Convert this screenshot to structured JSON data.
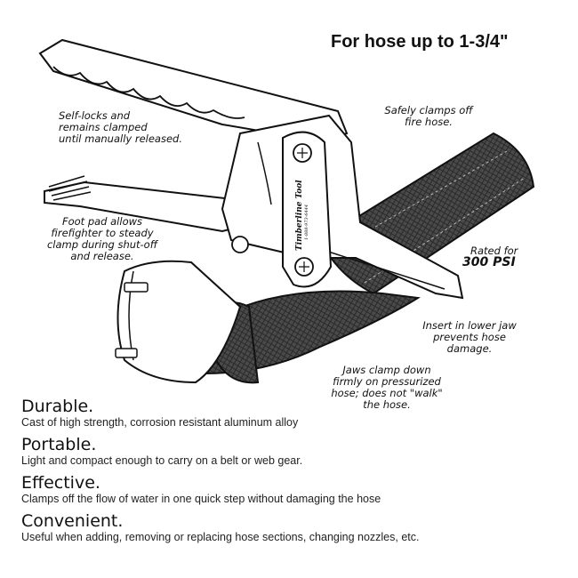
{
  "title": "For hose up to 1-3/4\"",
  "brand": {
    "logo_text": "Timberline Tool",
    "logo_sub": "1-888-973-6444"
  },
  "callouts": {
    "self_locks": [
      "Self-locks and",
      "remains clamped",
      "until manually released."
    ],
    "safely_clamps": [
      "Safely clamps off",
      "fire hose."
    ],
    "foot_pad": [
      "Foot pad allows",
      "firefighter to steady",
      "clamp during shut-off",
      "and release."
    ],
    "rated_for": "Rated for",
    "rated_value": "300 PSI",
    "insert": [
      "Insert in lower jaw",
      "prevents hose",
      "damage."
    ],
    "jaws": [
      "Jaws clamp down",
      "firmly on pressurized",
      "hose; does not \"walk\"",
      "the hose."
    ]
  },
  "features": [
    {
      "heading": "Durable.",
      "text": "Cast of high strength, corrosion resistant aluminum alloy"
    },
    {
      "heading": "Portable.",
      "text": "Light and compact enough to carry on a belt or web gear."
    },
    {
      "heading": "Effective.",
      "text": "Clamps off the flow of water in one quick step without damaging the hose"
    },
    {
      "heading": "Convenient.",
      "text": "Useful when adding, removing or replacing hose sections, changing nozzles, etc."
    }
  ],
  "colors": {
    "ink": "#111111",
    "hose_dark": "#3a3a3a",
    "hose_mid": "#5a5a5a",
    "metal": "#ffffff"
  }
}
